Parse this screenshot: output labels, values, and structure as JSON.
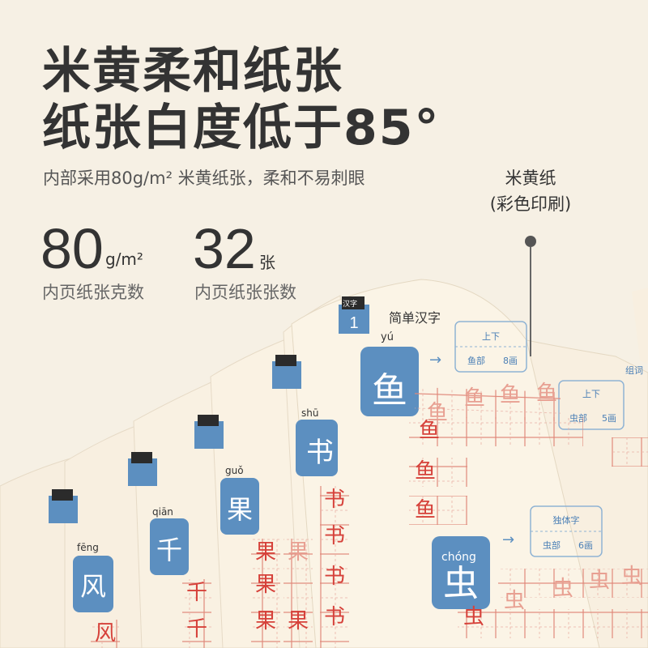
{
  "headline": {
    "line1": "米黄柔和纸张",
    "line2": "纸张白度低于85°"
  },
  "subtitle": "内部采用80g/m² 米黄纸张，柔和不易刺眼",
  "stats": [
    {
      "value": "80",
      "unit": "g/m²",
      "caption": "内页纸张克数"
    },
    {
      "value": "32",
      "unit": "张",
      "caption": "内页纸张张数"
    }
  ],
  "callout": {
    "line1": "米黄纸",
    "line2": "(彩色印刷)"
  },
  "book": {
    "section_title": "简单汉字",
    "badge_label": "汉字",
    "badge_number": "1",
    "entries": [
      {
        "pinyin": "yú",
        "char": "鱼",
        "structure": "上下",
        "radical": "鱼部",
        "strokes": "8画"
      },
      {
        "pinyin": "chóng",
        "char": "虫",
        "structure": "独体字",
        "radical": "虫部",
        "strokes": "6画"
      },
      {
        "pinyin": "shū",
        "char": "书"
      },
      {
        "pinyin": "guǒ",
        "char": "果"
      },
      {
        "pinyin": "qiān",
        "char": "千"
      },
      {
        "pinyin": "fēng",
        "char": "风"
      }
    ],
    "right_page": {
      "structure": "上下",
      "radical": "虫部",
      "strokes": "5画",
      "tag": "组词"
    }
  },
  "colors": {
    "text_dark": "#333333",
    "page": "#fbf4e6",
    "grid_red": "#e0887a",
    "char_red": "#d6413a",
    "badge_blue": "#5c8fc0",
    "accent_blue": "#4a7fb6"
  }
}
